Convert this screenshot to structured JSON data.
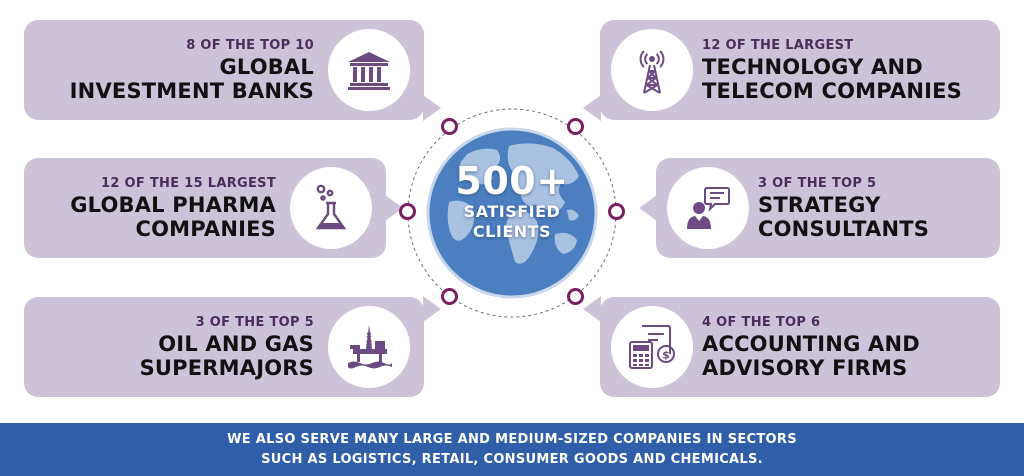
{
  "cards": [
    {
      "side": "left",
      "sub": "8 OF THE TOP 10",
      "line1": "GLOBAL",
      "line2": "INVESTMENT BANKS",
      "icon": "bank-icon"
    },
    {
      "side": "left",
      "sub": "12 OF THE 15 LARGEST",
      "line1": "GLOBAL PHARMA",
      "line2": "COMPANIES",
      "icon": "flask-icon"
    },
    {
      "side": "left",
      "sub": "3 OF THE TOP 5",
      "line1": "OIL AND GAS",
      "line2": "SUPERMAJORS",
      "icon": "oil-rig-icon"
    },
    {
      "side": "right",
      "sub": "12 OF THE LARGEST",
      "line1": "TECHNOLOGY AND",
      "line2": "TELECOM COMPANIES",
      "icon": "antenna-tower-icon"
    },
    {
      "side": "right",
      "sub": "3 OF THE TOP 5",
      "line1": "STRATEGY",
      "line2": "CONSULTANTS",
      "icon": "consultant-icon"
    },
    {
      "side": "right",
      "sub": "4 OF THE TOP 6",
      "line1": "ACCOUNTING AND",
      "line2": "ADVISORY FIRMS",
      "icon": "calculator-invoice-icon"
    }
  ],
  "center": {
    "big": "500+",
    "line1": "SATISFIED",
    "line2": "CLIENTS"
  },
  "banner": {
    "line1": "WE ALSO SERVE MANY LARGE AND MEDIUM-SIZED COMPANIES IN SECTORS",
    "line2": "SUCH AS LOGISTICS, RETAIL, CONSUMER GOODS AND CHEMICALS."
  },
  "colors": {
    "card": "#cdc3d9",
    "accent": "#7a1f62",
    "icon": "#6d4a82",
    "globe": "#4b7fc0",
    "banner": "#2e5fa8"
  }
}
